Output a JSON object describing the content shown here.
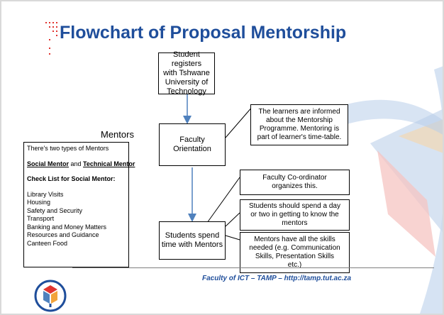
{
  "title": "Flowchart of Proposal Mentorship",
  "flow": {
    "register": [
      "Student registers",
      "with Tshwane",
      "University of",
      "Technology"
    ],
    "orientation": [
      "Faculty",
      "Orientation"
    ],
    "spend": [
      "Students spend",
      "time with Mentors"
    ]
  },
  "notes": {
    "informed": [
      "The learners are informed",
      "about the Mentorship",
      "Programme. Mentoring is",
      "part of learner's time-table."
    ],
    "coordinator": [
      "Faculty Co-ordinator",
      "organizes this."
    ],
    "know": [
      "Students should spend a day",
      "or two in getting to know the",
      "mentors"
    ],
    "skills": [
      "Mentors have all the skills",
      "needed (e.g. Communication",
      "Skills, Presentation Skills",
      "etc.)"
    ]
  },
  "mentors": {
    "label": "Mentors",
    "intro": "There's two types of Mentors",
    "social": "Social Mentor",
    "and": " and ",
    "technical": "Technical Mentor",
    "checklist_title": "Check List for Social Mentor:",
    "items": [
      "Library Visits",
      "Housing",
      "Safety and Security",
      "Transport",
      "Banking and Money Matters",
      "Resources and Guidance",
      "Canteen Food"
    ]
  },
  "footer": "Faculty of ICT – TAMP – http://tamp.tut.ac.za",
  "colors": {
    "title": "#1f4e9b",
    "arrow": "#4f81bd",
    "accent_red": "#e0342f",
    "ribbon_blue": "#8eb4e3",
    "ribbon_red": "#f2a8a4"
  },
  "logo_icon": "tut-logo-icon"
}
